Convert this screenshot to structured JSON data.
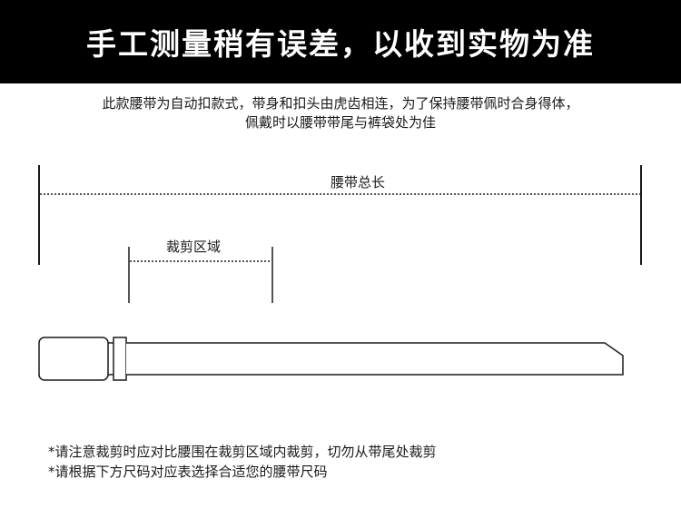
{
  "banner": {
    "title": "手工测量稍有误差，以收到实物为准"
  },
  "description": {
    "line1": "此款腰带为自动扣款式，带身和扣头由虎齿相连，为了保持腰带佩时合身得体，",
    "line2": "佩戴时以腰带带尾与裤袋处为佳"
  },
  "diagram": {
    "total_length_label": "腰带总长",
    "cut_zone_label": "裁剪区域"
  },
  "notes": [
    "*请注意裁剪时应对比腰围在裁剪区域内裁剪，切勿从带尾处裁剪",
    "*请根据下方尺码对应表选择合适您的腰带尺码"
  ],
  "colors": {
    "banner_bg": "#000000",
    "banner_text": "#ffffff",
    "line": "#1a1a1a"
  }
}
